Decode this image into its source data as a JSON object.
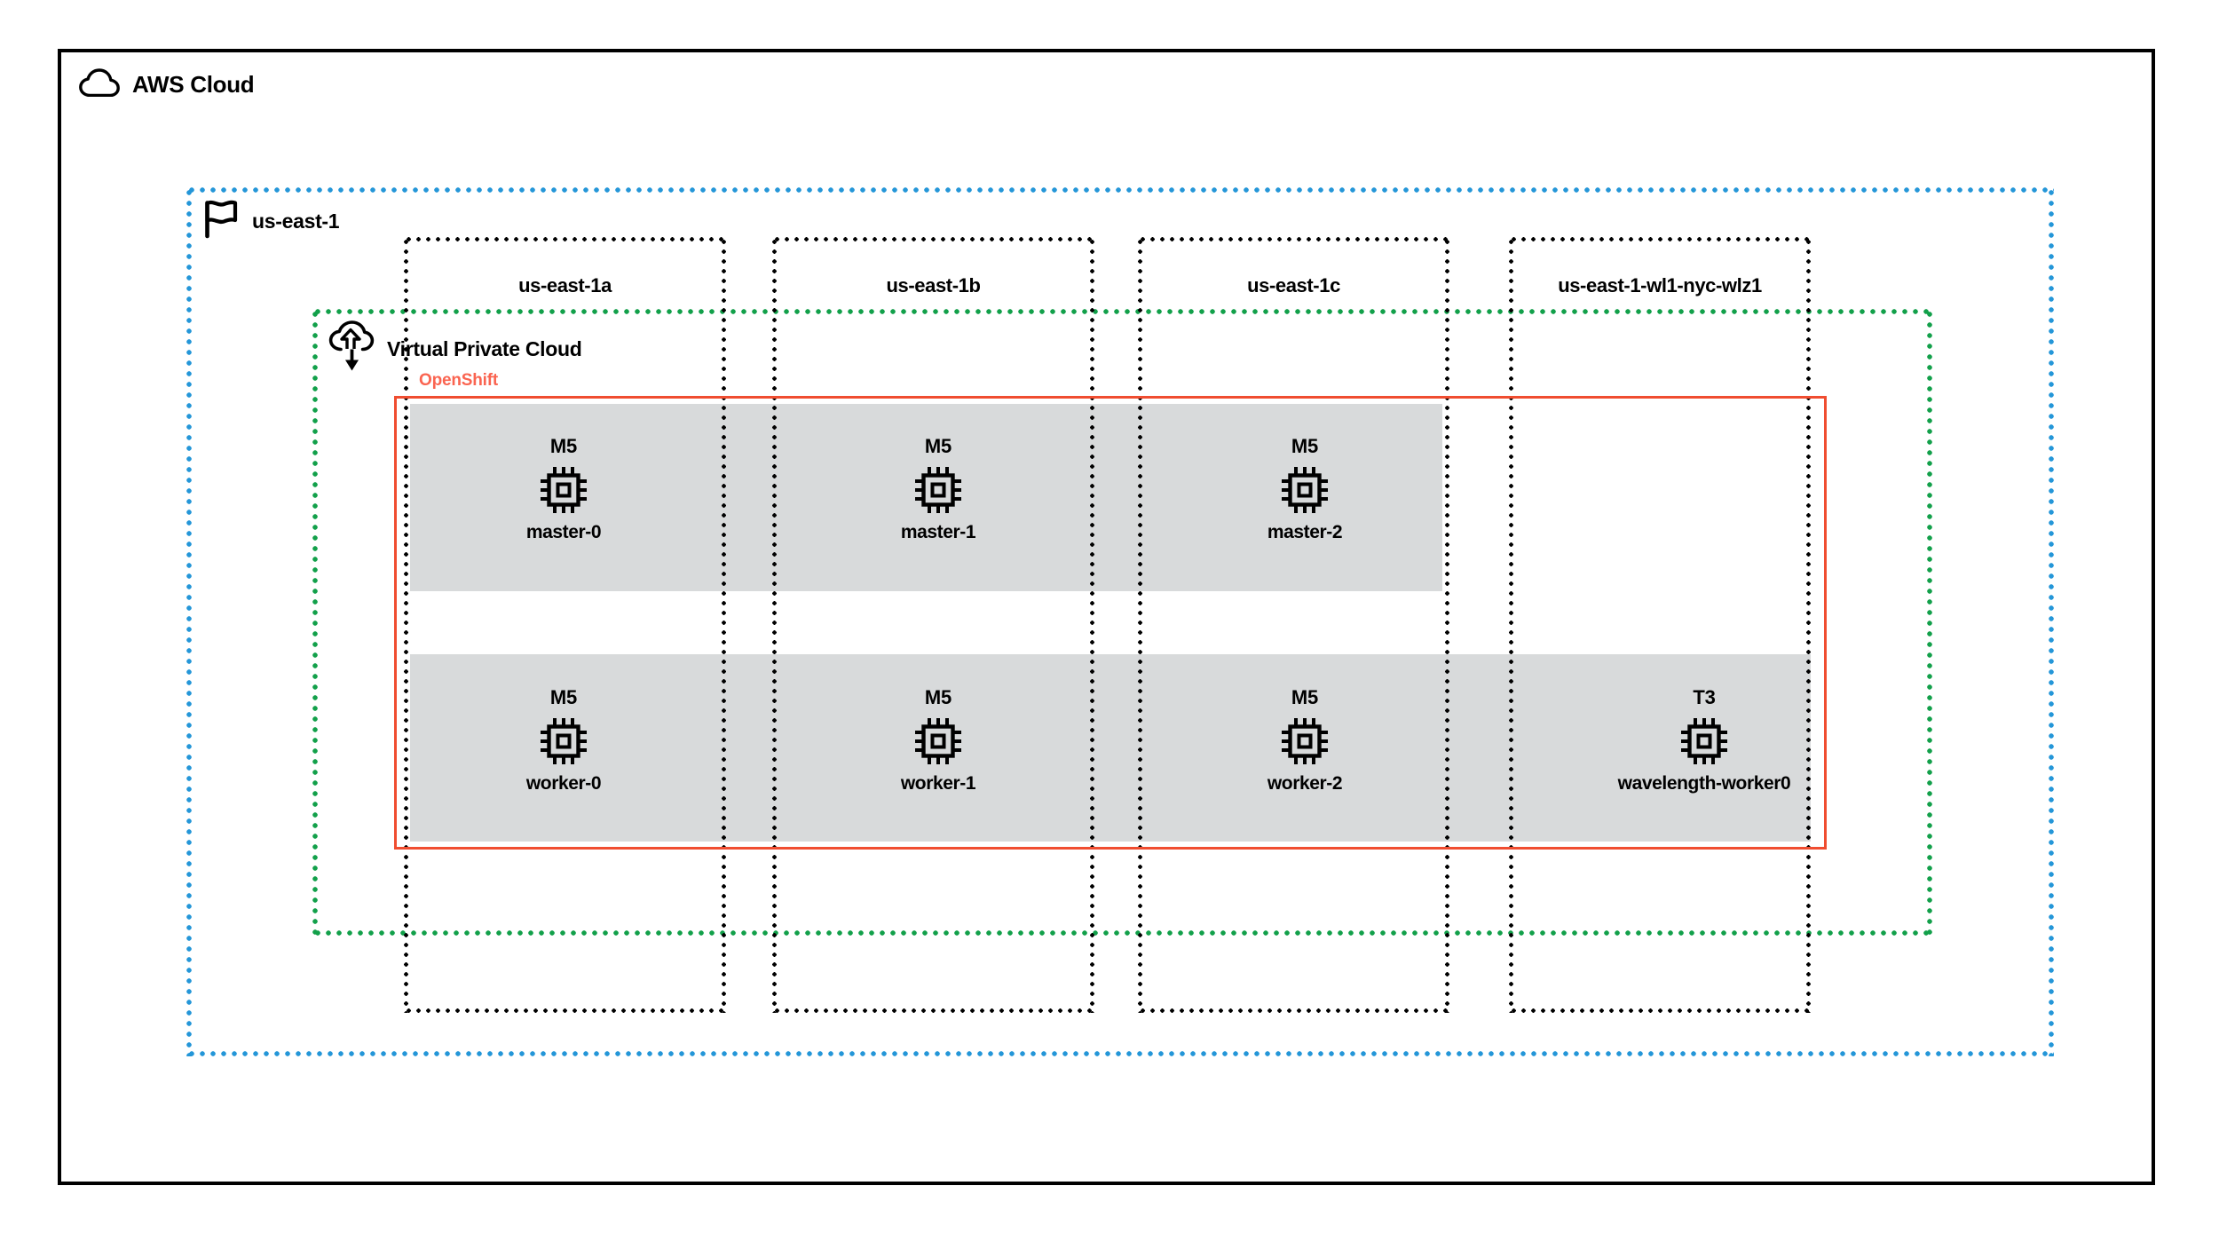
{
  "diagram": {
    "cloud": {
      "label": "AWS Cloud",
      "icon": "aws-cloud-icon"
    },
    "region": {
      "label": "us-east-1",
      "icon": "region-flag-icon",
      "border_color": "#2496d8"
    },
    "availability_zones": [
      {
        "label": "us-east-1a"
      },
      {
        "label": "us-east-1b"
      },
      {
        "label": "us-east-1c"
      },
      {
        "label": "us-east-1-wl1-nyc-wlz1"
      }
    ],
    "vpc": {
      "label": "Virtual Private Cloud",
      "icon": "vpc-cloud-arrows-icon",
      "border_color": "#12a04a"
    },
    "openshift": {
      "label": "OpenShift",
      "border_color": "#f04d30",
      "label_color": "#fa6450"
    },
    "node_band_color": "#d8dadb",
    "nodes": [
      {
        "instance_type": "M5",
        "name": "master-0",
        "icon": "ec2-instance-chip-icon",
        "row": "masters",
        "zone": "us-east-1a"
      },
      {
        "instance_type": "M5",
        "name": "master-1",
        "icon": "ec2-instance-chip-icon",
        "row": "masters",
        "zone": "us-east-1b"
      },
      {
        "instance_type": "M5",
        "name": "master-2",
        "icon": "ec2-instance-chip-icon",
        "row": "masters",
        "zone": "us-east-1c"
      },
      {
        "instance_type": "M5",
        "name": "worker-0",
        "icon": "ec2-instance-chip-icon",
        "row": "workers",
        "zone": "us-east-1a"
      },
      {
        "instance_type": "M5",
        "name": "worker-1",
        "icon": "ec2-instance-chip-icon",
        "row": "workers",
        "zone": "us-east-1b"
      },
      {
        "instance_type": "M5",
        "name": "worker-2",
        "icon": "ec2-instance-chip-icon",
        "row": "workers",
        "zone": "us-east-1c"
      },
      {
        "instance_type": "T3",
        "name": "wavelength-worker0",
        "icon": "ec2-instance-chip-icon",
        "row": "workers",
        "zone": "us-east-1-wl1-nyc-wlz1"
      }
    ]
  }
}
